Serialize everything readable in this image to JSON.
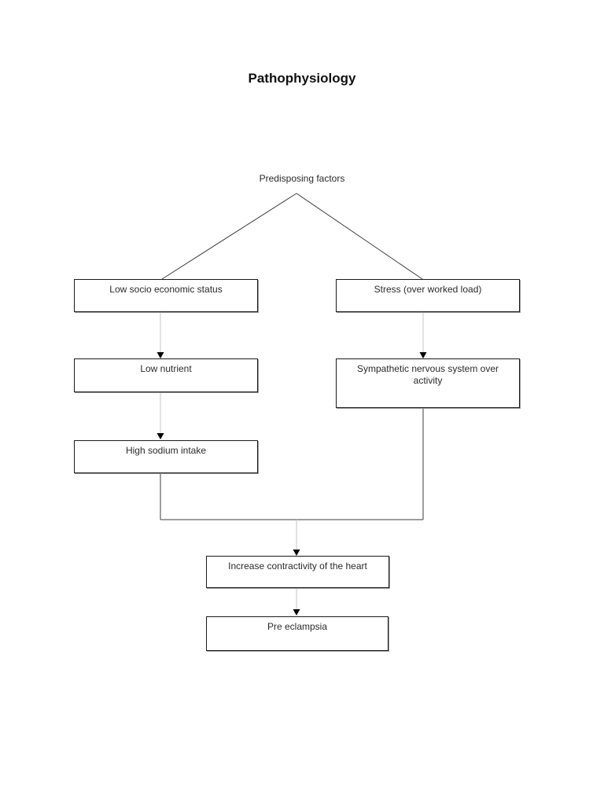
{
  "title": "Pathophysiology",
  "diagram": {
    "root_label": "Predisposing factors",
    "nodes": [
      {
        "id": "low-socio-economic-status",
        "label": "Low socio economic status"
      },
      {
        "id": "stress-over-worked-load",
        "label": "Stress (over worked load)"
      },
      {
        "id": "low-nutrient",
        "label": "Low nutrient"
      },
      {
        "id": "sympathetic-nervous-system-over-activity",
        "label": "Sympathetic nervous system over activity"
      },
      {
        "id": "high-sodium-intake",
        "label": "High sodium intake"
      },
      {
        "id": "increase-contractivity-of-the-heart",
        "label": "Increase contractivity of the heart"
      },
      {
        "id": "pre-eclampsia",
        "label": "Pre eclampsia"
      }
    ]
  },
  "colors": {
    "background": "#ffffff",
    "text": "#2a2a2a",
    "title_text": "#111111",
    "box_border": "#1a1a1a",
    "box_shadow": "#999999",
    "line": "#3d3d3d",
    "connector": "#c6c6c6",
    "arrowhead": "#000000"
  }
}
